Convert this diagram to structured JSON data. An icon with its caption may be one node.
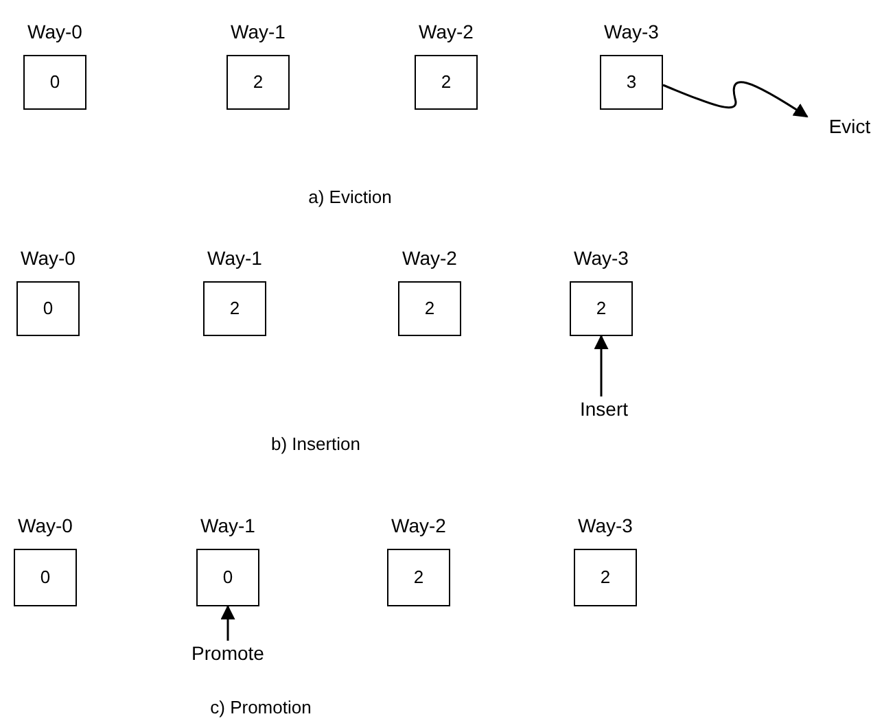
{
  "diagram": {
    "nodes": [
      {
        "text": [
          "0"
        ],
        "beside": [
          "Way-0"
        ]
      },
      {
        "text": [
          "2"
        ],
        "beside": [
          "Way-1"
        ]
      },
      {
        "text": [
          "2"
        ],
        "beside": [
          "Way-2"
        ]
      },
      {
        "text": [
          "3"
        ],
        "beside": [
          "Way-3"
        ]
      },
      {
        "text": [
          "0"
        ],
        "beside": [
          "Way-0"
        ]
      },
      {
        "text": [
          "2"
        ],
        "beside": [
          "Way-1"
        ]
      },
      {
        "text": [
          "2"
        ],
        "beside": [
          "Way-2"
        ]
      },
      {
        "text": [
          "2"
        ],
        "beside": [
          "Way-3"
        ]
      },
      {
        "text": [
          "0"
        ],
        "beside": [
          "Way-0"
        ]
      },
      {
        "text": [
          "0"
        ],
        "beside": [
          "Way-1"
        ]
      },
      {
        "text": [
          "2"
        ],
        "beside": [
          "Way-2"
        ]
      },
      {
        "text": [
          "2"
        ],
        "beside": [
          "Way-3"
        ]
      },
      {
        "text": [
          "Evict"
        ]
      },
      {
        "text": [
          "Insert"
        ]
      },
      {
        "text": [
          "Promote"
        ]
      }
    ],
    "edges": [
      {
        "from": 3,
        "to": 12,
        "arrow": "to"
      },
      {
        "from": 13,
        "to": 7,
        "arrow": "to"
      },
      {
        "from": 14,
        "to": 9,
        "arrow": "to"
      }
    ],
    "labels": [
      "a) Eviction",
      "b) Insertion",
      "c) Promotion"
    ]
  }
}
